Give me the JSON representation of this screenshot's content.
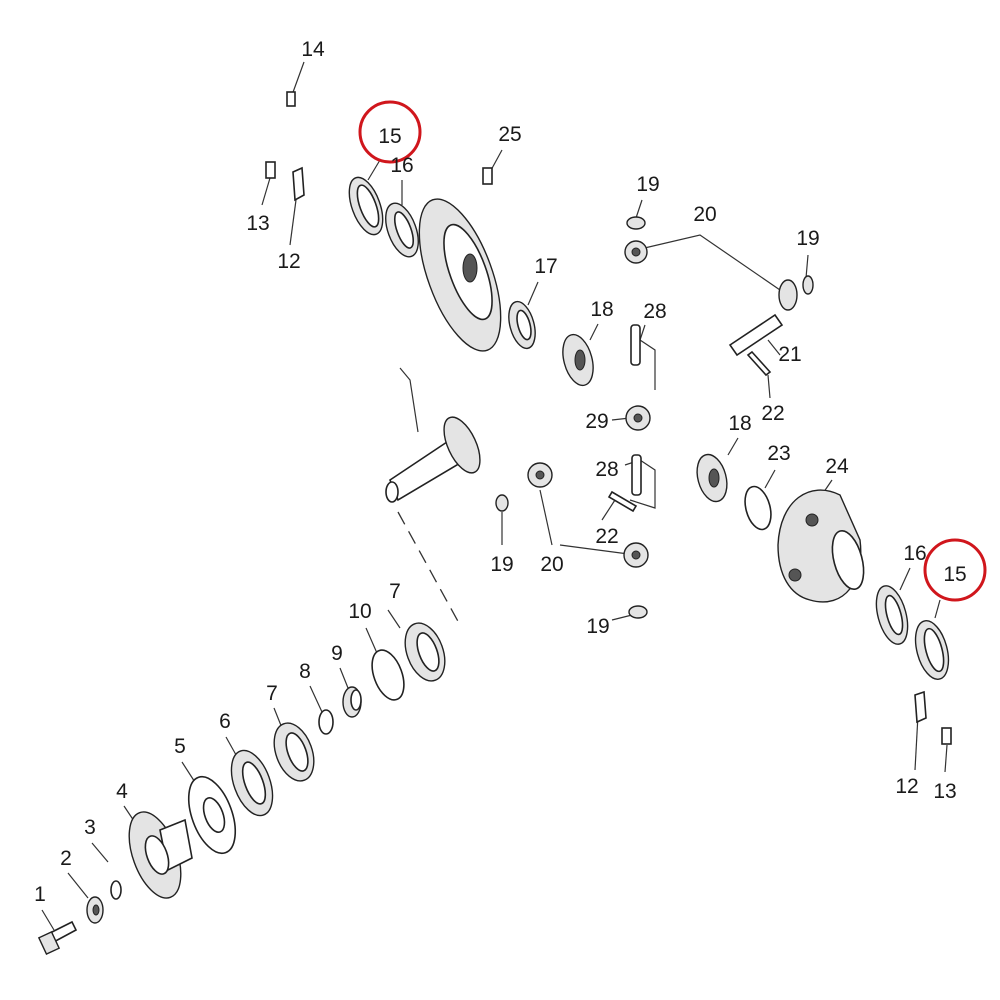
{
  "diagram": {
    "title": "Differential / pinion exploded parts diagram",
    "highlight_color": "#d0161c",
    "callouts": {
      "c1": "1",
      "c2": "2",
      "c3": "3",
      "c4": "4",
      "c5": "5",
      "c6": "6",
      "c7a": "7",
      "c7b": "7",
      "c8": "8",
      "c9": "9",
      "c10": "10",
      "c12a": "12",
      "c12b": "12",
      "c13a": "13",
      "c13b": "13",
      "c14": "14",
      "c15a": "15",
      "c15b": "15",
      "c16a": "16",
      "c16b": "16",
      "c17": "17",
      "c18a": "18",
      "c18b": "18",
      "c19a": "19",
      "c19b": "19",
      "c19c": "19",
      "c19d": "19",
      "c20a": "20",
      "c20b": "20",
      "c21": "21",
      "c22a": "22",
      "c22b": "22",
      "c23": "23",
      "c24": "24",
      "c25": "25",
      "c28a": "28",
      "c28b": "28",
      "c29": "29"
    },
    "highlighted_parts": [
      "15"
    ]
  }
}
